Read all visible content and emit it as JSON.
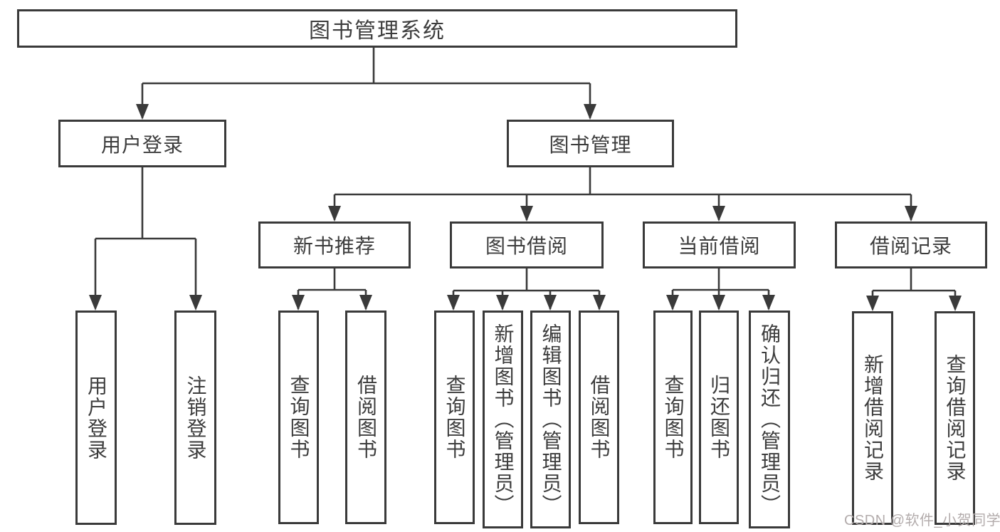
{
  "diagram": {
    "title": "图书管理系统",
    "type": "hierarchy-diagram",
    "colors": {
      "line": "#3a3a3a",
      "text": "#3d3d3d",
      "background": "#ffffff",
      "watermark_text": "#b3acac"
    },
    "nodes": {
      "root": "图书管理系统",
      "user_login": "用户登录",
      "book_mgmt": "图书管理",
      "new_book_rec": "新书推荐",
      "book_borrow": "图书借阅",
      "current_borrow": "当前借阅",
      "borrow_records": "借阅记录",
      "user_login_v": "用户登录",
      "logout_v": "注销登录",
      "query_book_1": "查询图书",
      "borrow_book_1": "借阅图书",
      "query_book_2": "查询图书",
      "add_book_admin": "新增图书（管理员）",
      "edit_book_admin": "编辑图书（管理员）",
      "borrow_book_2": "借阅图书",
      "query_book_3": "查询图书",
      "return_book": "归还图书",
      "confirm_return_admin": "确认归还（管理员）",
      "add_borrow_record": "新增借阅记录",
      "query_borrow_record": "查询借阅记录"
    },
    "hierarchy": {
      "图书管理系统": [
        "用户登录",
        "图书管理"
      ],
      "用户登录": [
        "用户登录",
        "注销登录"
      ],
      "图书管理": [
        "新书推荐",
        "图书借阅",
        "当前借阅",
        "借阅记录"
      ],
      "新书推荐": [
        "查询图书",
        "借阅图书"
      ],
      "图书借阅": [
        "查询图书",
        "新增图书（管理员）",
        "编辑图书（管理员）",
        "借阅图书"
      ],
      "当前借阅": [
        "查询图书",
        "归还图书",
        "确认归还（管理员）"
      ],
      "借阅记录": [
        "新增借阅记录",
        "查询借阅记录"
      ]
    },
    "watermark": "CSDN @软件_小贺同学"
  }
}
